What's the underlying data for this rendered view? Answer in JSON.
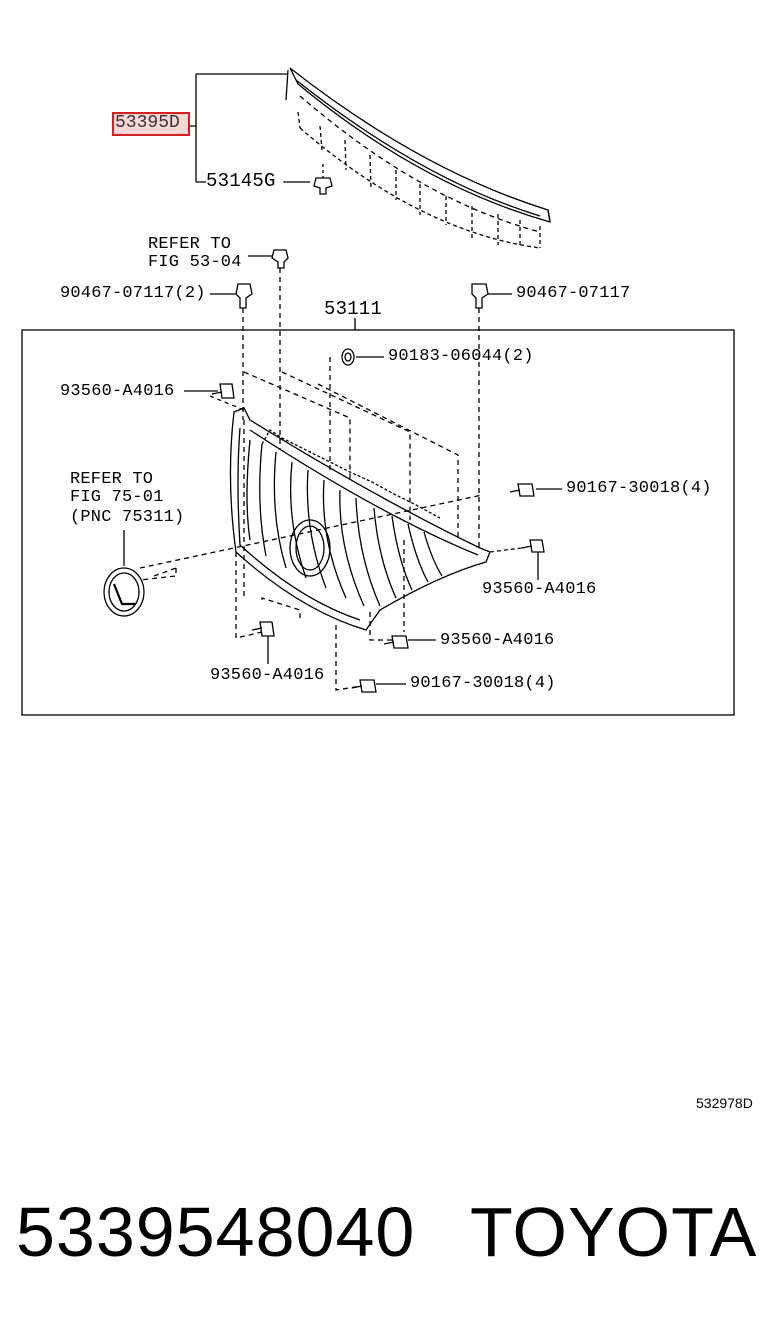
{
  "callouts": {
    "highlighted_part": "53395D",
    "clip_upper": "53145G",
    "refer_fig_53_04": [
      "REFER TO",
      "FIG 53-04"
    ],
    "clip_left": "90467-07117(2)",
    "clip_right": "90467-07117",
    "grille_assy": "53111",
    "nut": "90183-06044(2)",
    "screw_left_top": "93560-A4016",
    "refer_emblem": [
      "REFER TO",
      "FIG 75-01",
      "(PNC 75311)"
    ],
    "screw_right_1": "90167-30018(4)",
    "screw_right_2": "93560-A4016",
    "screw_lower_right": "93560-A4016",
    "screw_lower_left": "93560-A4016",
    "screw_bottom": "90167-30018(4)"
  },
  "diagram_code": "532978D",
  "footer": {
    "part_number": "5339548040",
    "brand": "TOYOTA"
  },
  "colors": {
    "highlight": "#d6201f",
    "ink": "#000000"
  }
}
